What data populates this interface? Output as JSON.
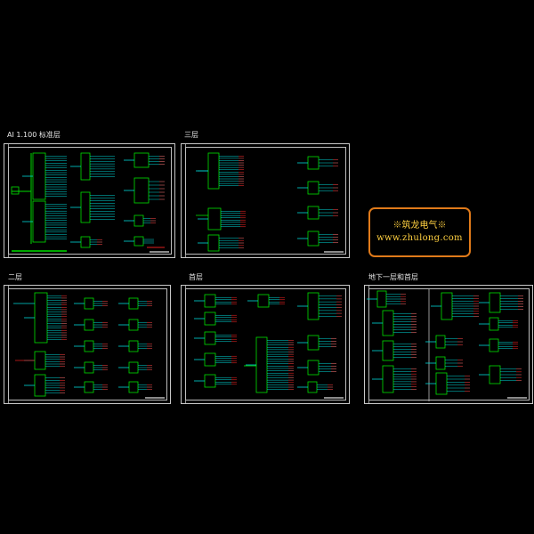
{
  "sheets": [
    {
      "key": "s1",
      "title": "AI 1.100 标准层"
    },
    {
      "key": "s2",
      "title": "三层"
    },
    {
      "key": "s3",
      "title": "二层"
    },
    {
      "key": "s4",
      "title": "首层"
    },
    {
      "key": "s5",
      "title": "地下一层和首层"
    }
  ],
  "stamp": {
    "line1": "※筑龙电气※",
    "line2": "www.zhulong.com"
  },
  "colors": {
    "background": "#000000",
    "frame": "#c8c8c8",
    "primary_line": "#00e000",
    "circuit_line": "#00d8d8",
    "accent_line": "#e02020",
    "stamp_border": "#e07a1a",
    "stamp_text": "#ffd040"
  }
}
